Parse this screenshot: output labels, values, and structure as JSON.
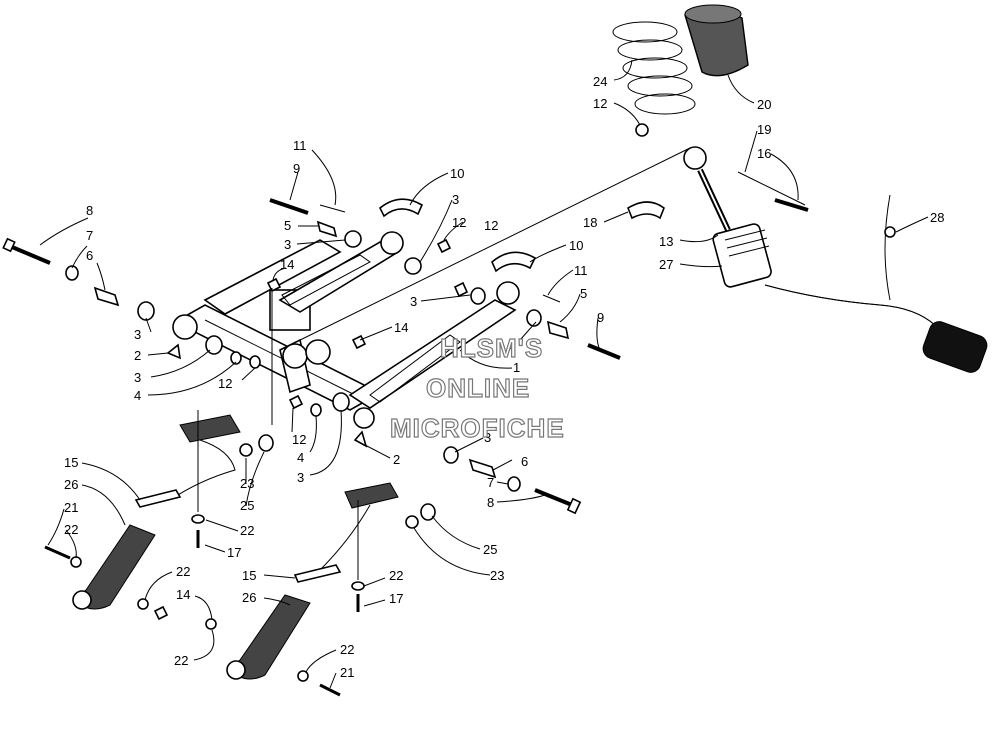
{
  "watermark": {
    "line1": "HLSM'S",
    "line2": "ONLINE",
    "line3": "MICROFICHE"
  },
  "callouts": [
    {
      "id": "c8a",
      "text": "8"
    },
    {
      "id": "c7a",
      "text": "7"
    },
    {
      "id": "c6a",
      "text": "6"
    },
    {
      "id": "c3a",
      "text": "3"
    },
    {
      "id": "c2a",
      "text": "2"
    },
    {
      "id": "c3b",
      "text": "3"
    },
    {
      "id": "c4a",
      "text": "4"
    },
    {
      "id": "c12a",
      "text": "12"
    },
    {
      "id": "c11a",
      "text": "11"
    },
    {
      "id": "c9a",
      "text": "9"
    },
    {
      "id": "c5a",
      "text": "5"
    },
    {
      "id": "c3c",
      "text": "3"
    },
    {
      "id": "c14a",
      "text": "14"
    },
    {
      "id": "c10a",
      "text": "10"
    },
    {
      "id": "c3d",
      "text": "3"
    },
    {
      "id": "c12b",
      "text": "12"
    },
    {
      "id": "c12c",
      "text": "12"
    },
    {
      "id": "c10b",
      "text": "10"
    },
    {
      "id": "c11b",
      "text": "11"
    },
    {
      "id": "c5b",
      "text": "5"
    },
    {
      "id": "c9b",
      "text": "9"
    },
    {
      "id": "c3e",
      "text": "3"
    },
    {
      "id": "c14b",
      "text": "14"
    },
    {
      "id": "c3f",
      "text": "3"
    },
    {
      "id": "c1a",
      "text": "1"
    },
    {
      "id": "c12d",
      "text": "12"
    },
    {
      "id": "c4b",
      "text": "4"
    },
    {
      "id": "c3g",
      "text": "3"
    },
    {
      "id": "c2b",
      "text": "2"
    },
    {
      "id": "c3h",
      "text": "3"
    },
    {
      "id": "c6b",
      "text": "6"
    },
    {
      "id": "c7b",
      "text": "7"
    },
    {
      "id": "c8b",
      "text": "8"
    },
    {
      "id": "c24",
      "text": "24"
    },
    {
      "id": "c20",
      "text": "20"
    },
    {
      "id": "c12e",
      "text": "12"
    },
    {
      "id": "c19",
      "text": "19"
    },
    {
      "id": "c16",
      "text": "16"
    },
    {
      "id": "c18",
      "text": "18"
    },
    {
      "id": "c13",
      "text": "13"
    },
    {
      "id": "c27",
      "text": "27"
    },
    {
      "id": "c28",
      "text": "28"
    },
    {
      "id": "c15a",
      "text": "15"
    },
    {
      "id": "c26a",
      "text": "26"
    },
    {
      "id": "c21a",
      "text": "21"
    },
    {
      "id": "c22a",
      "text": "22"
    },
    {
      "id": "c23a",
      "text": "23"
    },
    {
      "id": "c25a",
      "text": "25"
    },
    {
      "id": "c22b",
      "text": "22"
    },
    {
      "id": "c17a",
      "text": "17"
    },
    {
      "id": "c22c",
      "text": "22"
    },
    {
      "id": "c14c",
      "text": "14"
    },
    {
      "id": "c22d",
      "text": "22"
    },
    {
      "id": "c15b",
      "text": "15"
    },
    {
      "id": "c26b",
      "text": "26"
    },
    {
      "id": "c25b",
      "text": "25"
    },
    {
      "id": "c23b",
      "text": "23"
    },
    {
      "id": "c22e",
      "text": "22"
    },
    {
      "id": "c17b",
      "text": "17"
    },
    {
      "id": "c22f",
      "text": "22"
    },
    {
      "id": "c21b",
      "text": "21"
    }
  ]
}
